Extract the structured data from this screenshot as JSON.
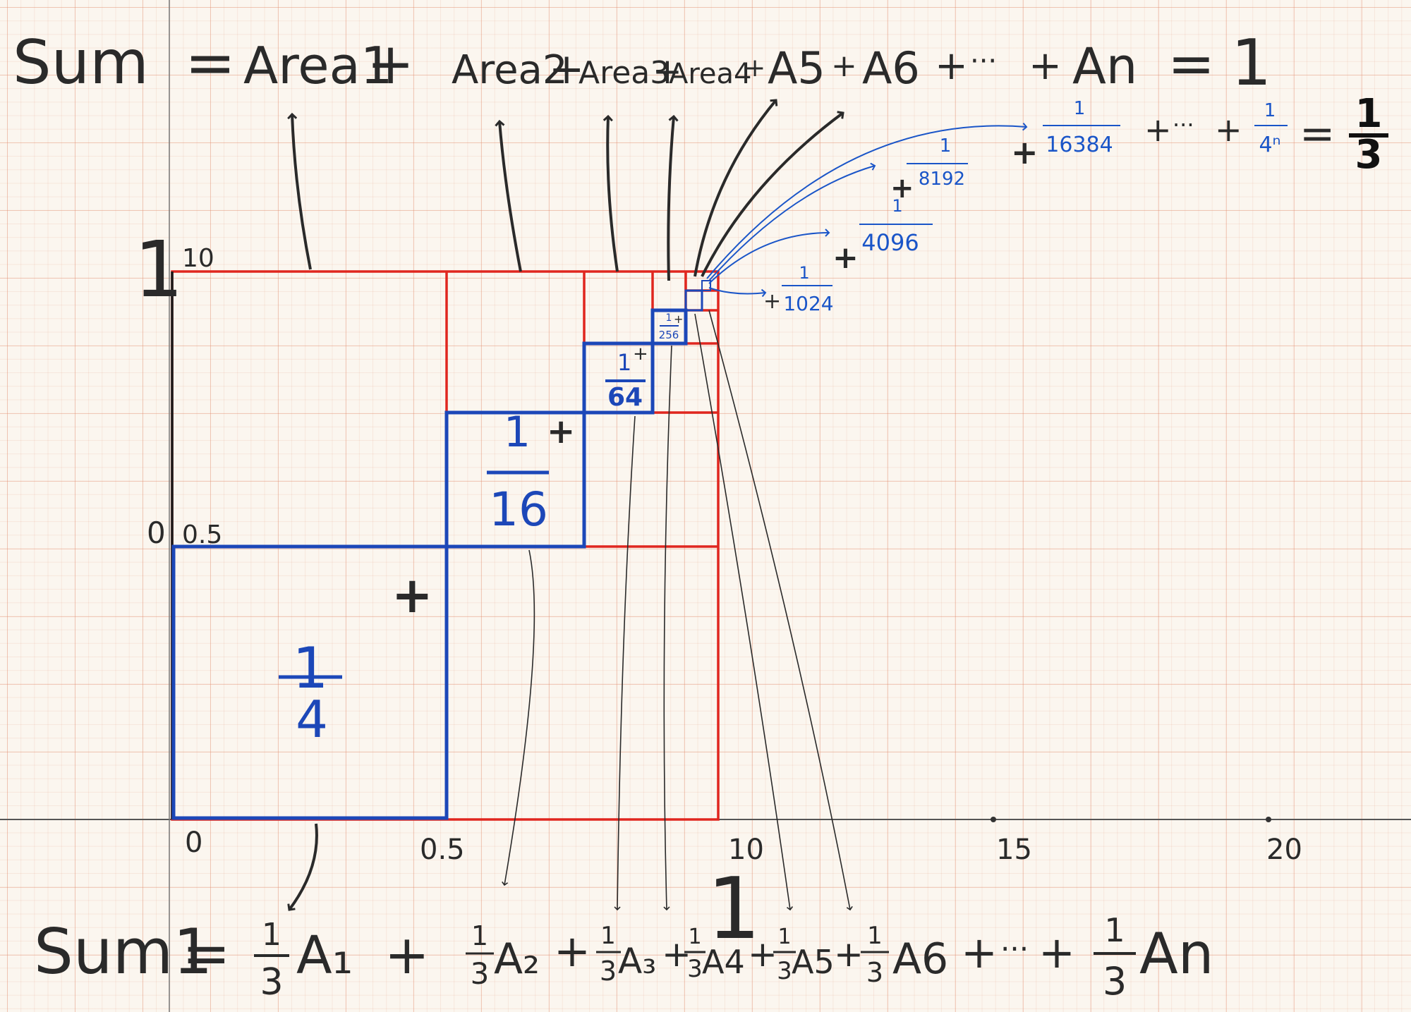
{
  "top_equation": {
    "sum": "Sum",
    "eq": "=",
    "terms": [
      "Area1",
      "Area2",
      "Area3",
      "Area4",
      "A5",
      "A6",
      "···",
      "An"
    ],
    "plus": "+",
    "result": "1"
  },
  "bottom_equation": {
    "sum": "Sum1",
    "eq": "=",
    "coef_num": "1",
    "coef_den": "3",
    "terms": [
      "A₁",
      "A₂",
      "A₃",
      "A4",
      "A5",
      "A6",
      "···",
      "An"
    ],
    "plus": "+"
  },
  "series": {
    "fractions": [
      {
        "num": "1",
        "den": "4"
      },
      {
        "num": "1",
        "den": "16"
      },
      {
        "num": "1",
        "den": "64"
      },
      {
        "num": "1",
        "den": "256"
      },
      {
        "num": "1",
        "den": "1024"
      },
      {
        "num": "1",
        "den": "4096"
      },
      {
        "num": "1",
        "den": "8192"
      },
      {
        "num": "1",
        "den": "16384"
      }
    ],
    "tail_dots": "···",
    "general_num": "1",
    "general_den": "4ⁿ",
    "eq": "=",
    "result_num": "1",
    "result_den": "3",
    "plus": "+"
  },
  "axis": {
    "x_ticks": [
      "0",
      "0.5",
      "10",
      "15",
      "20"
    ],
    "y_ticks": [
      "10",
      "0.5"
    ],
    "y_mark_0": "0",
    "y_mark_1": "1",
    "x_mark_1": "1"
  },
  "colors": {
    "ink": "#2a2a2a",
    "blue": "#1c47b8",
    "thin_blue": "#1a55c8",
    "red": "#e0261f"
  }
}
